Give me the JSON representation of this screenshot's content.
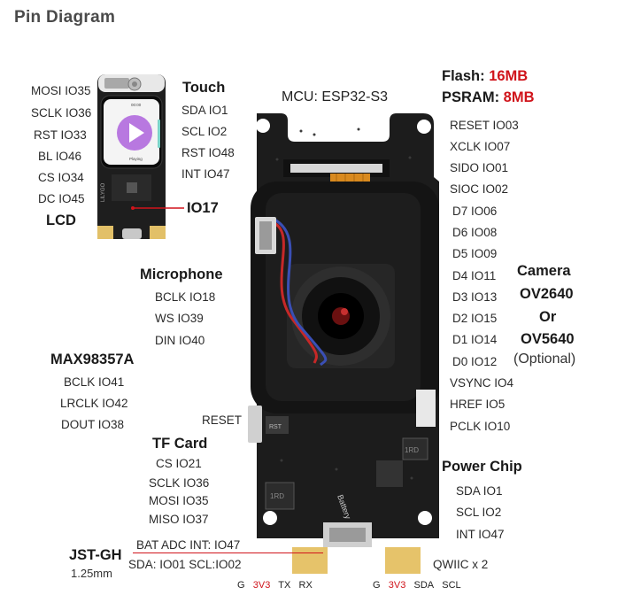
{
  "title": "Pin Diagram",
  "lcd": {
    "heading": "LCD",
    "pins": [
      "MOSI IO35",
      "SCLK IO36",
      "RST  IO33",
      "BL  IO46",
      "CS  IO34",
      "DC  IO45"
    ]
  },
  "touch": {
    "heading": "Touch",
    "pins": [
      "SDA  IO1",
      "SCL  IO2",
      "RST  IO48",
      "INT  IO47"
    ]
  },
  "io17": "IO17",
  "screen": {
    "time": "00:00",
    "status": "Playing"
  },
  "mcu": "MCU: ESP32-S3",
  "flash": {
    "label": "Flash: ",
    "value": "16MB"
  },
  "psram": {
    "label": "PSRAM: ",
    "value": "8MB"
  },
  "camera": {
    "pins": [
      "RESET  IO03",
      "XCLK  IO07",
      "SIDO  IO01",
      "SIOC  IO02",
      "D7  IO06",
      "D6  IO08",
      "D5  IO09",
      "D4  IO11",
      "D3  IO13",
      "D2  IO15",
      "D1  IO14",
      "D0  IO12",
      "VSYNC  IO4",
      "HREF  IO5",
      "PCLK  IO10"
    ],
    "heading": [
      "Camera",
      "OV2640",
      "Or",
      "OV5640"
    ],
    "optional": "(Optional)"
  },
  "microphone": {
    "heading": "Microphone",
    "pins": [
      "BCLK  IO18",
      "WS  IO39",
      "DIN IO40"
    ]
  },
  "amp": {
    "heading": "MAX98357A",
    "pins": [
      "BCLK  IO41",
      "LRCLK  IO42",
      "DOUT  IO38"
    ]
  },
  "reset_label": "RESET",
  "tf": {
    "heading": "TF Card",
    "pins": [
      "CS  IO21",
      "SCLK  IO36",
      "MOSI IO35",
      "MISO IO37"
    ]
  },
  "power": {
    "heading": "Power Chip",
    "pins": [
      "SDA  IO1",
      "SCL  IO2",
      "INT  IO47"
    ]
  },
  "bat_adc": "BAT ADC INT: IO47",
  "jst": {
    "heading": "JST-GH",
    "size": "1.25mm",
    "pins_line": "SDA: IO01  SCL:IO02",
    "bottom_pins": [
      "G",
      "3V3",
      "TX",
      "RX"
    ]
  },
  "qwiic": {
    "label": "QWIIC x 2",
    "bottom_pins": [
      "G",
      "3V3",
      "SDA",
      "SCL"
    ]
  },
  "board_marks": {
    "battery": "Battery",
    "rst": "RST",
    "r1": "1RD",
    "r2": "1RD",
    "lilygo": "LILYGO"
  },
  "colors": {
    "red": "#d0141b",
    "board": "#1c1c1c",
    "flex": "#d98a1f"
  }
}
